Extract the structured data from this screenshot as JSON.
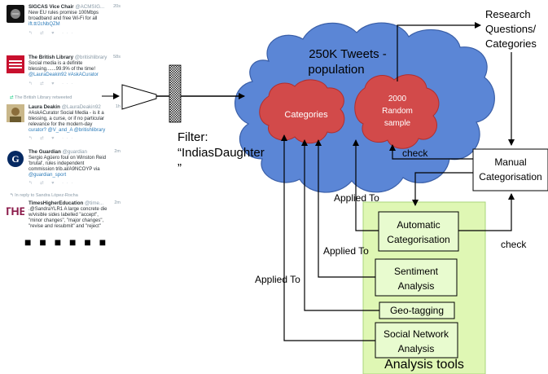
{
  "feed": {
    "tweets": [
      {
        "name": "SIGCAS Vice Chair",
        "handle": "@ACMSIG...",
        "time": "20s",
        "lines": [
          "New EU rules promise 100Mbps",
          "broadband and free Wi-Fi for all"
        ],
        "link": "ift.tt/2cNbQZM",
        "retweet_note": ""
      },
      {
        "name": "The British Library",
        "handle": "@britishlibrary",
        "time": "58s",
        "lines": [
          "Social media is a definite",
          "blessing.......99.9% of the time!"
        ],
        "link": "@LauraDeakin92 #AskACurator",
        "retweet_note": ""
      },
      {
        "name": "Laura Deakin",
        "handle": "@LauraDeakin92",
        "time": "1h",
        "lines": [
          "#AskACurator Social Media - is it a",
          "blessing, a curse, or if no particular",
          "relevance for the modern-day"
        ],
        "link": "curator? @V_and_A @britishlibrary",
        "retweet_note": "The British Library retweeted"
      },
      {
        "name": "The Guardian",
        "handle": "@guardian",
        "time": "2m",
        "lines": [
          "Sergio Agüero foul on Winston Reid",
          "'brutal', rules independent",
          "commission trib.al/A9NCOYP via"
        ],
        "link": "@guardian_sport",
        "retweet_note": ""
      },
      {
        "name": "TimesHigherEducation",
        "handle": "@time...",
        "time": "2m",
        "lines": [
          ".@SandraYLR1 A large concrete die",
          "w/visible sides labelled \"accept\",",
          "\"minor changes\", \"major changes\",",
          "\"revise and resubmit\" and \"reject\""
        ],
        "link": "",
        "retweet_note": "In reply to Sandra López-Rocha"
      }
    ],
    "ellipsis": "■ ■ ■ ■ ■ ■"
  },
  "filter": {
    "line1": "Filter:",
    "line2": "“IndiasDaughter",
    "line3": "”"
  },
  "cloud": {
    "title_line1": "250K Tweets -",
    "title_line2": "population"
  },
  "categories_blob": {
    "label": "Categories"
  },
  "sample_blob": {
    "line1": "2000",
    "line2": "Random",
    "line3": "sample"
  },
  "research": {
    "line1": "Research",
    "line2": "Questions/",
    "line3": "Categories"
  },
  "manual": {
    "line1": "Manual",
    "line2": "Categorisation"
  },
  "tools": [
    {
      "line1": "Automatic",
      "line2": "Categorisation"
    },
    {
      "line1": "Sentiment",
      "line2": "Analysis"
    },
    {
      "line1": "Geo-tagging",
      "line2": ""
    },
    {
      "line1": "Social Network",
      "line2": "Analysis"
    }
  ],
  "analysis_tools_label": "Analysis tools",
  "edge_labels": {
    "check_top": "check",
    "check_right": "check",
    "applied_to_1": "Applied To",
    "applied_to_2": "Applied To",
    "applied_to_3": "Applied To"
  },
  "colors": {
    "cloud_fill": "#5b86d6",
    "cloud_stroke": "#3a5fa8",
    "blob_fill": "#d24a4a",
    "blob_stroke": "#b02e2e",
    "panel_fill": "#dff7b4",
    "panel_stroke": "#a9d47a",
    "box_fill": "#e8fbcf"
  }
}
